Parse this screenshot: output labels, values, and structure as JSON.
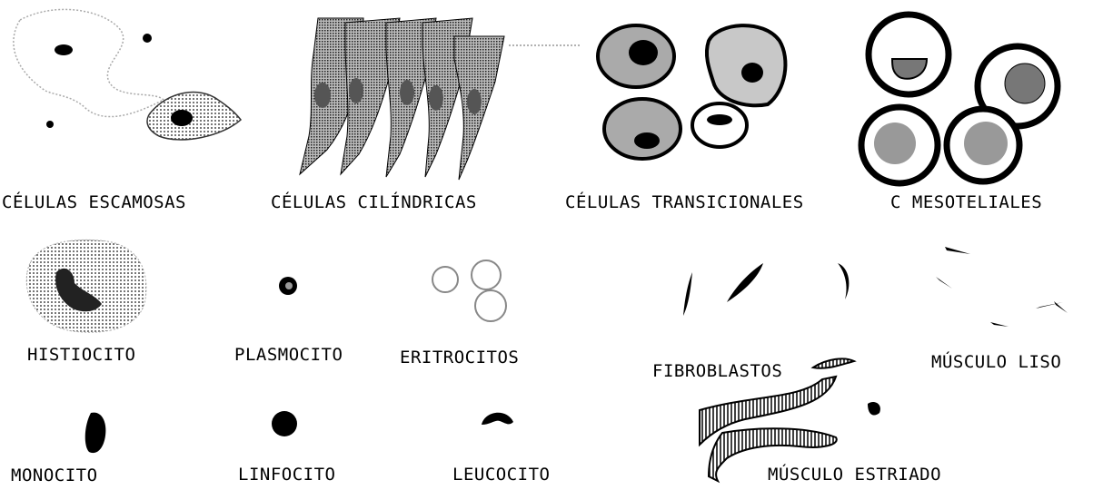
{
  "labels": {
    "squamous": "CÉLULAS ESCAMOSAS",
    "columnar": "CÉLULAS CILÍNDRICAS",
    "transitional": "CÉLULAS TRANSICIONALES",
    "mesothelial": "C MESOTELIALES",
    "histiocyte": "HISTIOCITO",
    "plasmocyte": "PLASMOCITO",
    "erythrocytes": "ERITROCITOS",
    "fibroblasts": "FIBROBLASTOS",
    "smooth_muscle": "MÚSCULO LISO",
    "monocyte": "MONOCITO",
    "lymphocyte": "LINFOCITO",
    "leukocyte": "LEUCOCITO",
    "striated_muscle": "MÚSCULO ESTRIADO"
  },
  "colors": {
    "ink": "#000000",
    "gray_fill": "#9a9a9a",
    "light_fill": "#d9d9d9"
  }
}
